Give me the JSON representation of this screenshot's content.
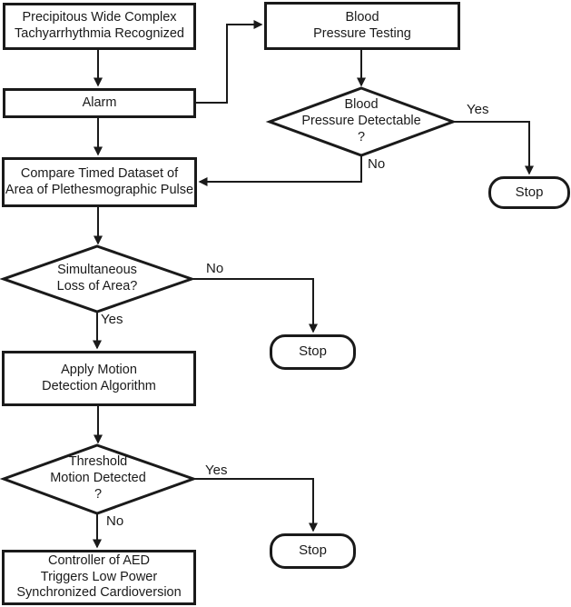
{
  "flowchart": {
    "nodes": {
      "recognized": {
        "type": "process",
        "label": "Precipitous Wide Complex\nTachyarrhythmia Recognized"
      },
      "bp_testing": {
        "type": "process",
        "label": "Blood\nPressure Testing"
      },
      "alarm": {
        "type": "process",
        "label": "Alarm"
      },
      "bp_detectable": {
        "type": "decision",
        "label": "Blood\nPressure Detectable\n?"
      },
      "stop_top": {
        "type": "terminator",
        "label": "Stop"
      },
      "compare": {
        "type": "process",
        "label": "Compare Timed Dataset of\nArea of Plethesmographic Pulse"
      },
      "loss_of_area": {
        "type": "decision",
        "label": "Simultaneous\nLoss of Area?"
      },
      "stop_mid": {
        "type": "terminator",
        "label": "Stop"
      },
      "apply_motion": {
        "type": "process",
        "label": "Apply Motion\nDetection Algorithm"
      },
      "motion_detected": {
        "type": "decision",
        "label": "Threshold\nMotion Detected\n?"
      },
      "stop_bottom": {
        "type": "terminator",
        "label": "Stop"
      },
      "cardioversion": {
        "type": "process",
        "label": "Controller of AED\nTriggers Low Power\nSynchronized Cardioversion"
      }
    },
    "edge_labels": {
      "bp_detectable_yes": "Yes",
      "bp_detectable_no": "No",
      "loss_of_area_no": "No",
      "loss_of_area_yes": "Yes",
      "motion_detected_yes": "Yes",
      "motion_detected_no": "No"
    },
    "colors": {
      "line": "#1a1a1a",
      "text": "#1a1a1a",
      "node_fill": "#ffffff",
      "background": "#ffffff"
    }
  }
}
